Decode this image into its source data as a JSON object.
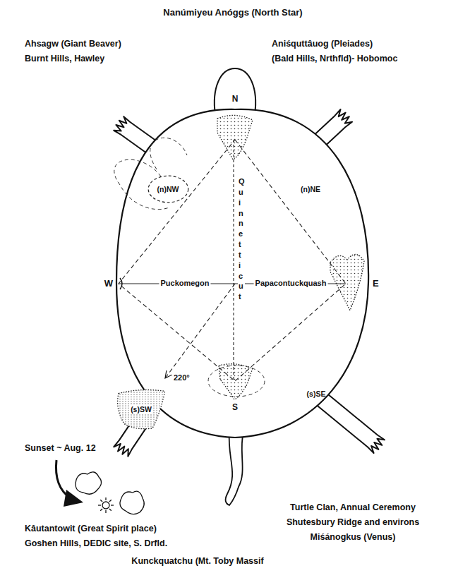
{
  "diagram": {
    "nodes": [
      {
        "text": [
          "(n)NW"
        ]
      },
      {
        "text": [
          "(s)SW"
        ]
      }
    ],
    "labels": [
      "Nanúmiyeu Anóggs (North Star)",
      "Ahsagw (Giant Beaver)",
      "Burnt Hills, Hawley",
      "Aniśquttâuog (Pleiades)",
      "(Bald Hills, Nrthfld)- Hobomoc",
      "N",
      "(n)NE",
      "W",
      "Puckomegon",
      "Quinnetticut",
      "Papacontuckquash",
      "E",
      "220°",
      "S",
      "(s)SE",
      "Sunset ~ Aug. 12",
      "Kâutantowit (Great Spirit place)",
      "Goshen Hills, DEDIC site, S. Drfld.",
      "Turtle Clan, Annual Ceremony",
      "Shutesbury Ridge and environs",
      "Miśánogkus (Venus)",
      "Kunckquatchu (Mt. Toby Massif"
    ]
  }
}
